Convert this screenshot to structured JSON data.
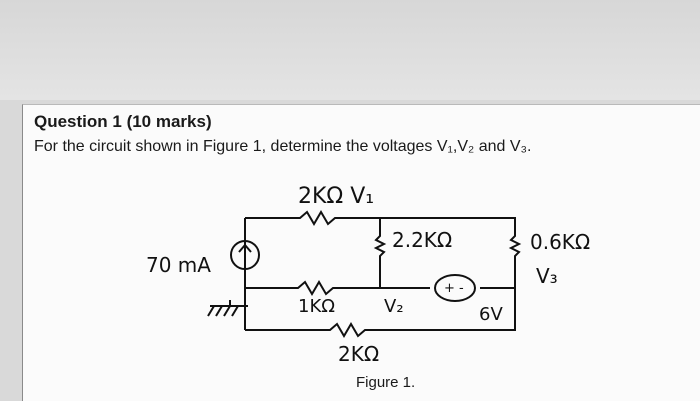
{
  "question": {
    "title": "Question 1 (10 marks)",
    "text": "For the circuit shown in Figure 1, determine the voltages V₁,V₂ and V₃."
  },
  "figure": {
    "caption": "Figure 1.",
    "labels": {
      "top_resistor": "2KΩ V₁",
      "current_source": "70 mA",
      "middle_resistor": "2.2KΩ",
      "right_resistor": "0.6KΩ",
      "v3": "V₃",
      "left_bottom_resistor": "1KΩ",
      "v2": "V₂",
      "voltage_source_value": "6V",
      "voltage_source_sign": "+ -",
      "bottom_resistor": "2KΩ"
    }
  }
}
